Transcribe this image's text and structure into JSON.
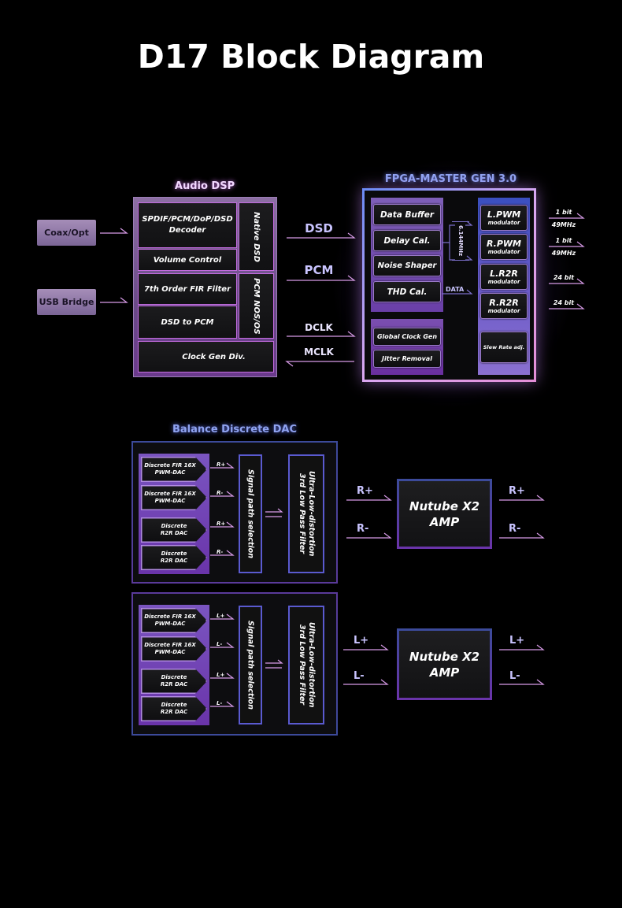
{
  "title": "D17 Block Diagram",
  "inputs": [
    "Coax/Opt",
    "USB Bridge"
  ],
  "audio_dsp": {
    "title": "Audio DSP",
    "decoder": "SPDIF/PCM/DoP/DSD Decoder",
    "volume": "Volume Control",
    "fir": "7th Order FIR Filter",
    "dsd_to_pcm": "DSD to PCM",
    "clock_gen": "Clock Gen Div.",
    "native_dsd": "Native DSD",
    "pcm_nos": "PCM NOS/OS"
  },
  "links": {
    "dsd": "DSD",
    "pcm": "PCM",
    "dclk": "DCLK",
    "mclk": "MCLK"
  },
  "fpga": {
    "title": "FPGA-MASTER GEN 3.0",
    "left": [
      "Data Buffer",
      "Delay Cal.",
      "Noise Shaper",
      "THD Cal."
    ],
    "clock": [
      "Global Clock Gen",
      "Jitter Removal"
    ],
    "freq": "6.144MHz",
    "data": "DATA",
    "modulators": [
      {
        "name": "L.PWM",
        "sub": "modulator"
      },
      {
        "name": "R.PWM",
        "sub": "modulator"
      },
      {
        "name": "L.R2R",
        "sub": "modulator"
      },
      {
        "name": "R.R2R",
        "sub": "modulator"
      }
    ],
    "slew": "Slew Rate adj.",
    "outputs": [
      {
        "top": "1 bit",
        "bottom": "49MHz"
      },
      {
        "top": "1 bit",
        "bottom": "49MHz"
      },
      {
        "top": "24 bit",
        "bottom": ""
      },
      {
        "top": "24 bit",
        "bottom": ""
      }
    ]
  },
  "dac": {
    "title": "Balance Discrete DAC",
    "channels": [
      {
        "dacs": [
          "Discrete FIR 16X PWM-DAC",
          "Discrete FIR 16X PWM-DAC",
          "Discrete R2R DAC",
          "Discrete R2R DAC"
        ],
        "signals": [
          "R+",
          "R-",
          "R+",
          "R-"
        ],
        "selection": "Signal path selection",
        "filter_line1": "Ultra-Low-distortion",
        "filter_line2": "3rd Low Pass Filter",
        "in_labels": [
          "R+",
          "R-"
        ],
        "amp_line1": "Nutube X2",
        "amp_line2": "AMP",
        "out_labels": [
          "R+",
          "R-"
        ]
      },
      {
        "dacs": [
          "Discrete FIR 16X PWM-DAC",
          "Discrete FIR 16X PWM-DAC",
          "Discrete R2R DAC",
          "Discrete R2R DAC"
        ],
        "signals": [
          "L+",
          "L-",
          "L+",
          "L-"
        ],
        "selection": "Signal path selection",
        "filter_line1": "Ultra-Low-distortion",
        "filter_line2": "3rd Low Pass Filter",
        "in_labels": [
          "L+",
          "L-"
        ],
        "amp_line1": "Nutube X2",
        "amp_line2": "AMP",
        "out_labels": [
          "L+",
          "L-"
        ]
      }
    ]
  },
  "colors": {
    "background": "#000000",
    "dsp_border": "#c46be0",
    "fpga_title": "#8fa3f0",
    "dac_title": "#8fa3f0",
    "link_text": "#c9c4ff",
    "arrow": "#d89be8"
  }
}
